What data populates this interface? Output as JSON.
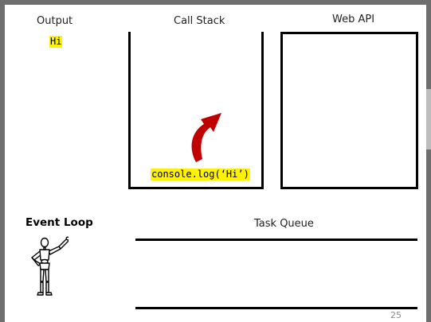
{
  "output": {
    "label": "Output",
    "value": "Hi"
  },
  "call_stack": {
    "label": "Call Stack",
    "frames": [
      "console.log(‘Hi’)"
    ]
  },
  "web_api": {
    "label": "Web API"
  },
  "event_loop": {
    "label": "Event Loop"
  },
  "task_queue": {
    "label": "Task Queue"
  },
  "page_number": "25",
  "colors": {
    "highlight": "#fff200",
    "arrow": "#c00000"
  },
  "icons": {
    "arrow": "curved-arrow-up-right-icon",
    "figure": "waving-mannequin-figure"
  }
}
